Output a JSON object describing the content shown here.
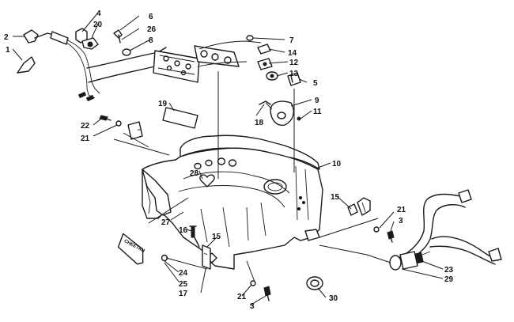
{
  "diagram": {
    "badge_text": "CHEETAH",
    "callouts": [
      {
        "id": "c2",
        "label": "2"
      },
      {
        "id": "c1",
        "label": "1"
      },
      {
        "id": "c4",
        "label": "4"
      },
      {
        "id": "c20",
        "label": "20"
      },
      {
        "id": "c6",
        "label": "6"
      },
      {
        "id": "c26",
        "label": "26"
      },
      {
        "id": "c8",
        "label": "8"
      },
      {
        "id": "c7",
        "label": "7"
      },
      {
        "id": "c14",
        "label": "14"
      },
      {
        "id": "c12",
        "label": "12"
      },
      {
        "id": "c13",
        "label": "13"
      },
      {
        "id": "c5",
        "label": "5"
      },
      {
        "id": "c9",
        "label": "9"
      },
      {
        "id": "c11",
        "label": "11"
      },
      {
        "id": "c18",
        "label": "18"
      },
      {
        "id": "c19",
        "label": "19"
      },
      {
        "id": "c22",
        "label": "22"
      },
      {
        "id": "c21a",
        "label": "21"
      },
      {
        "id": "c10",
        "label": "10"
      },
      {
        "id": "c28",
        "label": "28"
      },
      {
        "id": "c27",
        "label": "27"
      },
      {
        "id": "c15a",
        "label": "15"
      },
      {
        "id": "c21b",
        "label": "21"
      },
      {
        "id": "c3a",
        "label": "3"
      },
      {
        "id": "c16",
        "label": "16"
      },
      {
        "id": "c15b",
        "label": "15"
      },
      {
        "id": "c24",
        "label": "24"
      },
      {
        "id": "c25",
        "label": "25"
      },
      {
        "id": "c17",
        "label": "17"
      },
      {
        "id": "c21c",
        "label": "21"
      },
      {
        "id": "c3b",
        "label": "3"
      },
      {
        "id": "c30",
        "label": "30"
      },
      {
        "id": "c23",
        "label": "23"
      },
      {
        "id": "c29",
        "label": "29"
      }
    ]
  }
}
